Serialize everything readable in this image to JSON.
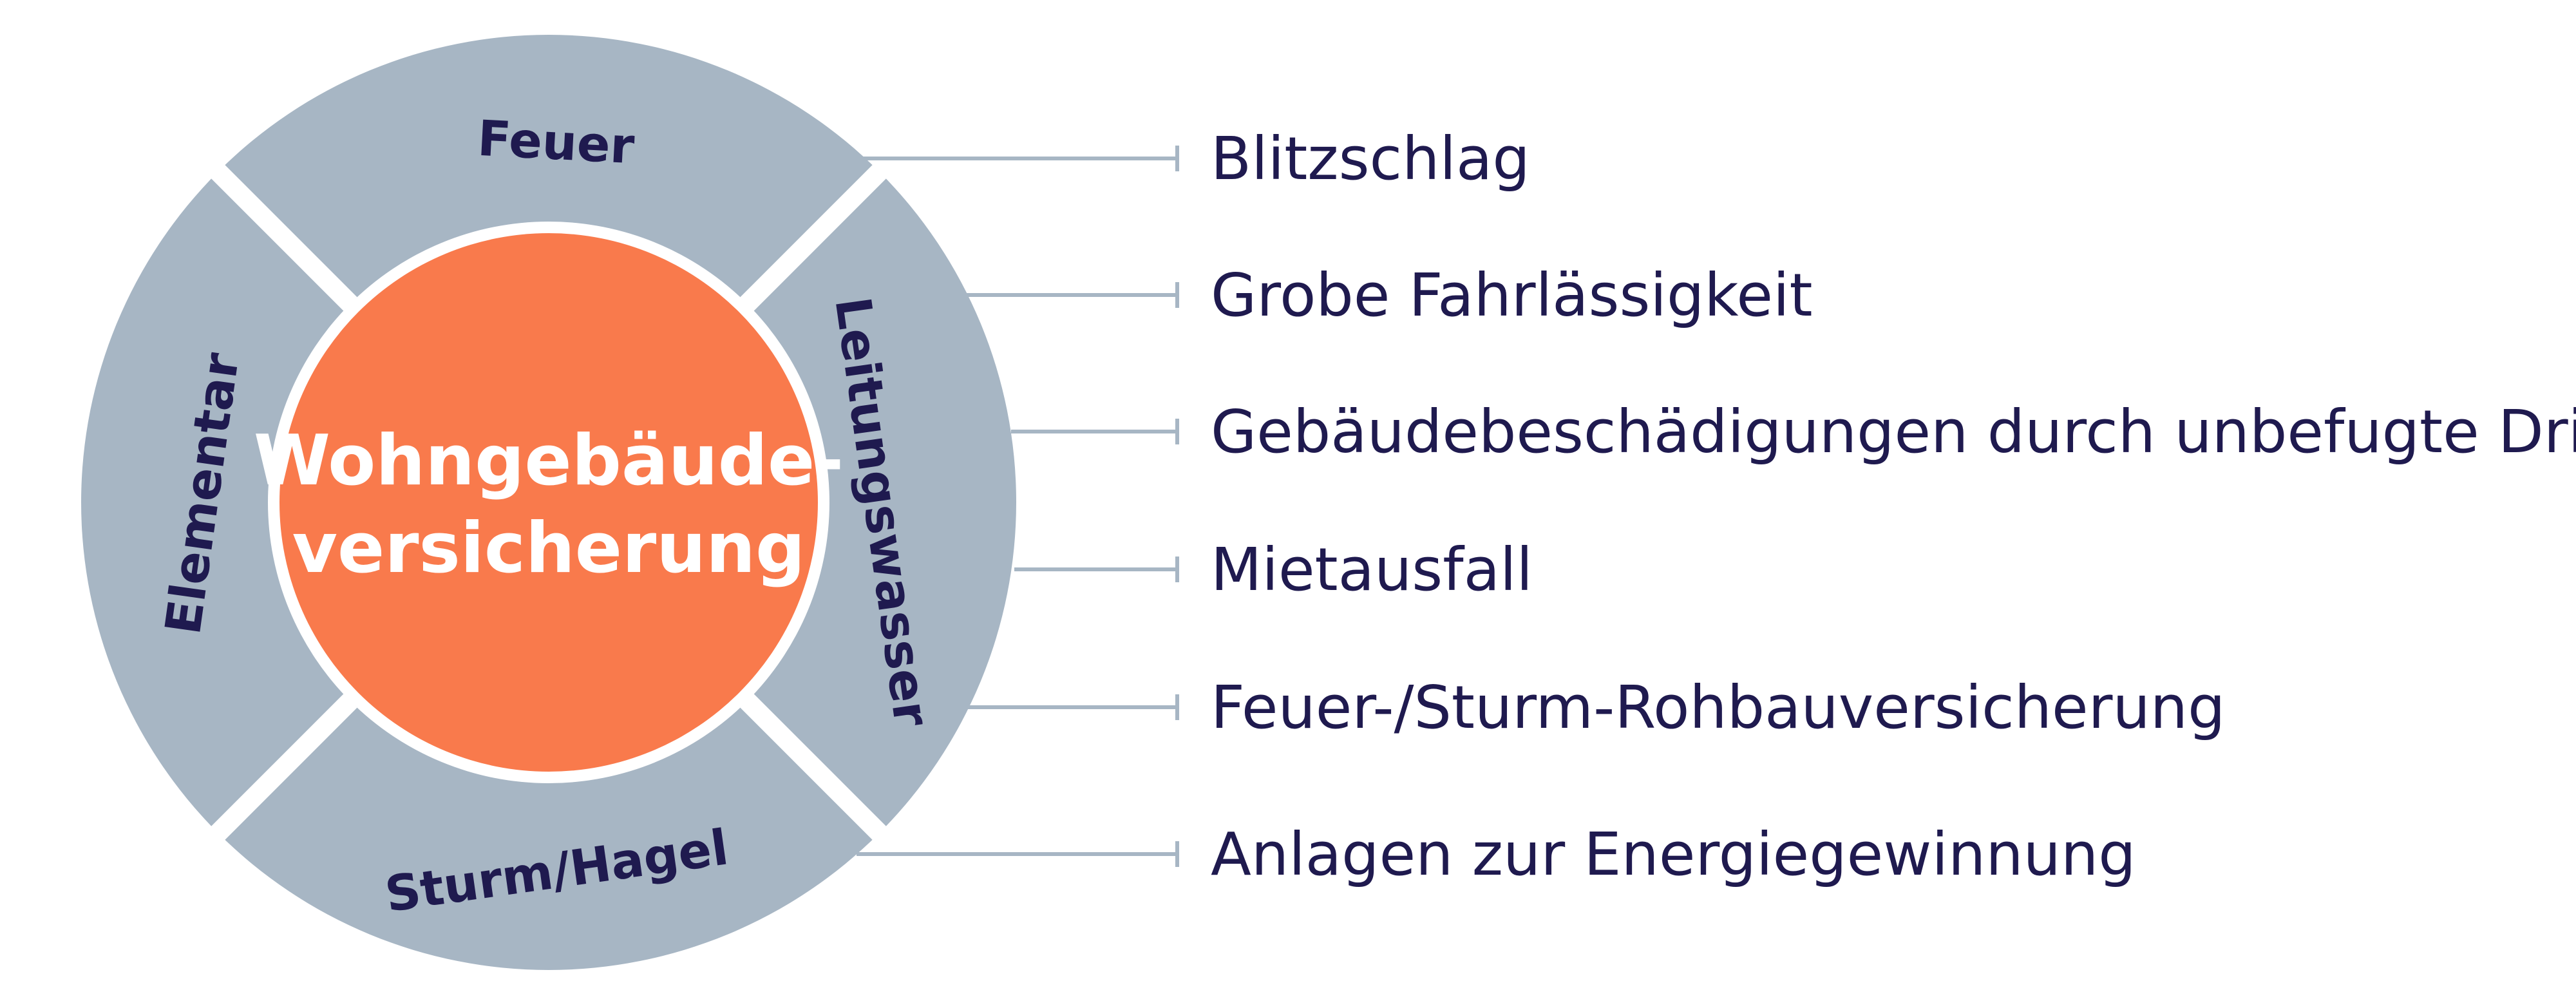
{
  "center": {
    "lines": [
      "Wohngebäude-",
      "versicherung"
    ]
  },
  "segments": {
    "top": "Feuer",
    "right": "Leitungswasser",
    "bottom": "Sturm/Hagel",
    "left": "Elementar"
  },
  "extras": [
    "Blitzschlag",
    "Grobe Fahrlässigkeit",
    "Gebäudebeschädigungen durch unbefugte Dritte",
    "Mietausfall",
    "Feuer-/Sturm-Rohbauversicherung",
    "Anlagen zur Energiegewinnung"
  ],
  "colors": {
    "ring": "#a7b6c4",
    "center": "#f97a4c",
    "text_dark": "#1f1a4f",
    "text_light": "#ffffff",
    "connector": "#a7b6c4"
  }
}
